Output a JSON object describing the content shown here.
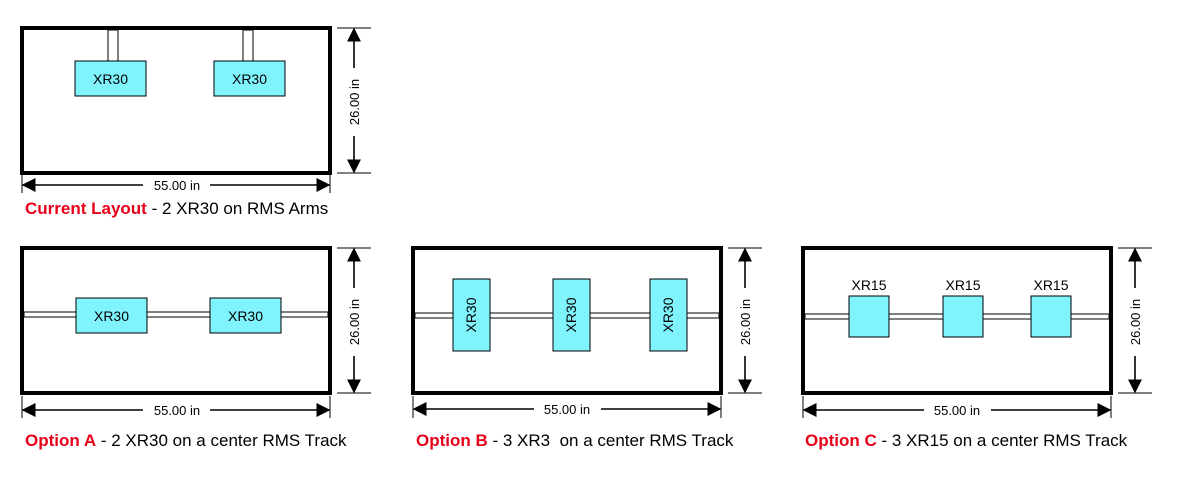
{
  "colors": {
    "accent": "#e8001a",
    "box_fill": "#7ff4fd",
    "stroke": "#000000"
  },
  "layouts": {
    "current": {
      "caption_highlight": "Current Layout",
      "caption_rest": " - 2 XR30 on RMS Arms",
      "width_label": "55.00 in",
      "height_label": "26.00 in",
      "units": [
        {
          "label": "XR30"
        },
        {
          "label": "XR30"
        }
      ]
    },
    "option_a": {
      "caption_highlight": "Option A",
      "caption_rest": " - 2 XR30 on a center RMS Track",
      "width_label": "55.00 in",
      "height_label": "26.00 in",
      "units": [
        {
          "label": "XR30"
        },
        {
          "label": "XR30"
        }
      ]
    },
    "option_b": {
      "caption_highlight": "Option B",
      "caption_rest": " - 3 XR3  on a center RMS Track",
      "width_label": "55.00 in",
      "height_label": "26.00 in",
      "units": [
        {
          "label": "XR30"
        },
        {
          "label": "XR30"
        },
        {
          "label": "XR30"
        }
      ]
    },
    "option_c": {
      "caption_highlight": "Option C",
      "caption_rest": " - 3 XR15 on a center RMS Track",
      "width_label": "55.00 in",
      "height_label": "26.00 in",
      "units": [
        {
          "label": "XR15"
        },
        {
          "label": "XR15"
        },
        {
          "label": "XR15"
        }
      ]
    }
  }
}
